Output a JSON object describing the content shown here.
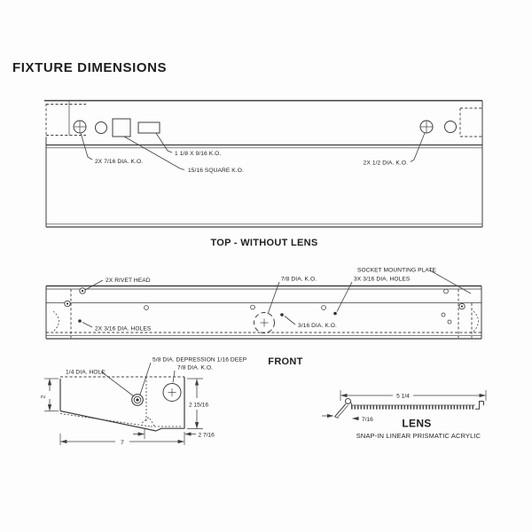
{
  "title": "FIXTURE DIMENSIONS",
  "top_view": {
    "caption": "TOP - WITHOUT LENS",
    "labels": {
      "ko_2x_716": "2X 7/16 DIA. K.O.",
      "ko_118_x_916": "1 1/8 X 9/16 K.O.",
      "ko_square": "15/16 SQUARE K.O.",
      "ko_2x_12": "2X 1/2 DIA. K.O."
    }
  },
  "front_view": {
    "caption": "FRONT",
    "labels": {
      "rivet_head": "2X RIVET HEAD",
      "ko_78": "7/8 DIA. K.O.",
      "socket_plate": "SOCKET MOUNTING PLATE",
      "holes_3x_316": "3X 3/16 DIA. HOLES",
      "holes_2x_316": "2X 3/16 DIA. HOLES",
      "ko_316": "3/16 DIA. K.O."
    }
  },
  "end_view": {
    "labels": {
      "hole_14": "1/4 DIA. HOLE",
      "depression_58": "5/8 DIA. DEPRESSION 1/16 DEEP",
      "ko_78": "7/8 DIA. K.O."
    },
    "dims": {
      "height_front": "2",
      "height_back": "2 15/16",
      "length": "7",
      "back_offset": "2 7/16"
    }
  },
  "lens": {
    "caption": "LENS",
    "subcaption": "SNAP-IN LINEAR PRISMATIC ACRYLIC",
    "dims": {
      "width": "5 1/4",
      "lip": "7/16"
    }
  }
}
